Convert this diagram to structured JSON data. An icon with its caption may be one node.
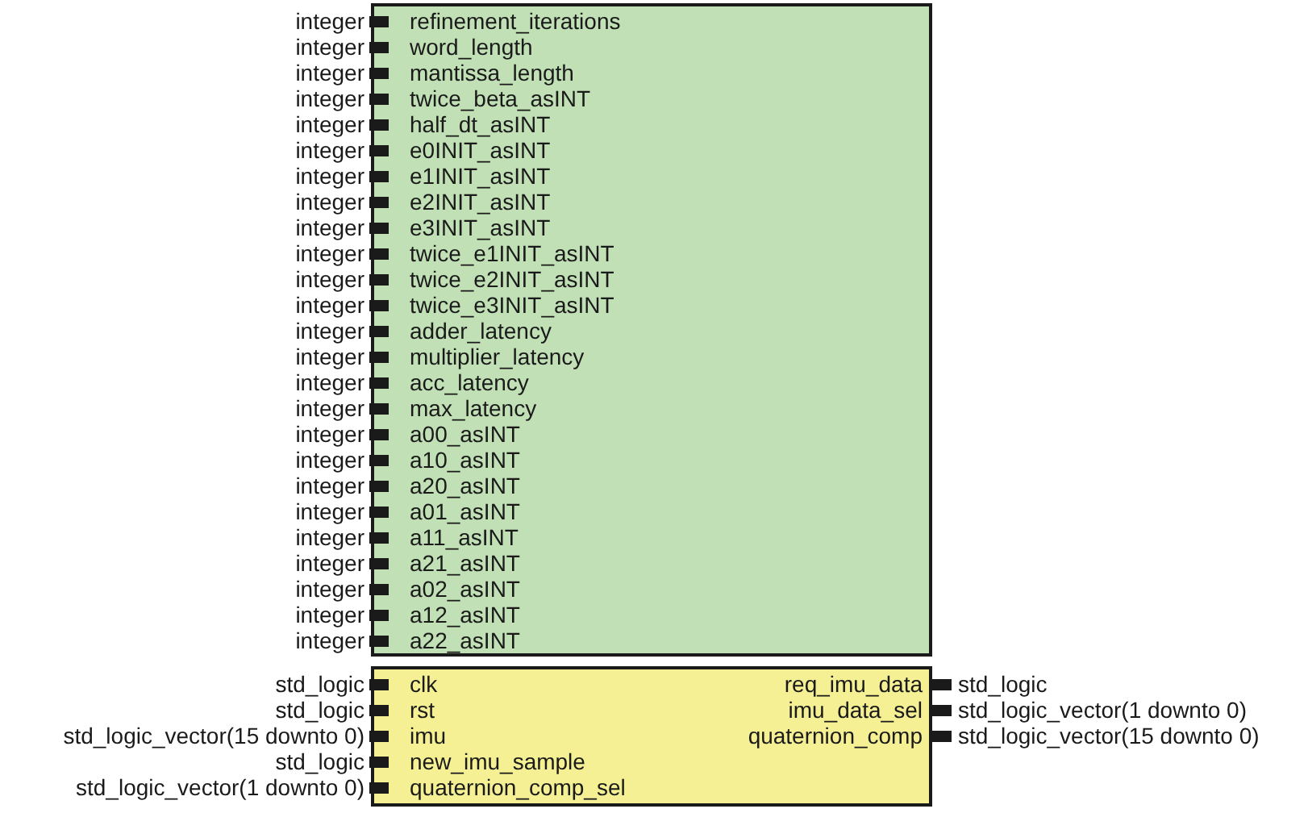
{
  "diagram": {
    "nodes": [
      {
        "text": [],
        "shape": "box"
      },
      {
        "text": [
          "refinement_iterations"
        ],
        "beside": [
          "integer"
        ],
        "in": 0
      },
      {
        "text": [
          "word_length"
        ],
        "beside": [
          "integer"
        ],
        "in": 0
      },
      {
        "text": [
          "mantissa_length"
        ],
        "beside": [
          "integer"
        ],
        "in": 0
      },
      {
        "text": [
          "twice_beta_asINT"
        ],
        "beside": [
          "integer"
        ],
        "in": 0
      },
      {
        "text": [
          "half_dt_asINT"
        ],
        "beside": [
          "integer"
        ],
        "in": 0
      },
      {
        "text": [
          "e0INIT_asINT"
        ],
        "beside": [
          "integer"
        ],
        "in": 0
      },
      {
        "text": [
          "e1INIT_asINT"
        ],
        "beside": [
          "integer"
        ],
        "in": 0
      },
      {
        "text": [
          "e2INIT_asINT"
        ],
        "beside": [
          "integer"
        ],
        "in": 0
      },
      {
        "text": [
          "e3INIT_asINT"
        ],
        "beside": [
          "integer"
        ],
        "in": 0
      },
      {
        "text": [
          "twice_e1INIT_asINT"
        ],
        "beside": [
          "integer"
        ],
        "in": 0
      },
      {
        "text": [
          "twice_e2INIT_asINT"
        ],
        "beside": [
          "integer"
        ],
        "in": 0
      },
      {
        "text": [
          "twice_e3INIT_asINT"
        ],
        "beside": [
          "integer"
        ],
        "in": 0
      },
      {
        "text": [
          "adder_latency"
        ],
        "beside": [
          "integer"
        ],
        "in": 0
      },
      {
        "text": [
          "multiplier_latency"
        ],
        "beside": [
          "integer"
        ],
        "in": 0
      },
      {
        "text": [
          "acc_latency"
        ],
        "beside": [
          "integer"
        ],
        "in": 0
      },
      {
        "text": [
          "max_latency"
        ],
        "beside": [
          "integer"
        ],
        "in": 0
      },
      {
        "text": [
          "a00_asINT"
        ],
        "beside": [
          "integer"
        ],
        "in": 0
      },
      {
        "text": [
          "a10_asINT"
        ],
        "beside": [
          "integer"
        ],
        "in": 0
      },
      {
        "text": [
          "a20_asINT"
        ],
        "beside": [
          "integer"
        ],
        "in": 0
      },
      {
        "text": [
          "a01_asINT"
        ],
        "beside": [
          "integer"
        ],
        "in": 0
      },
      {
        "text": [
          "a11_asINT"
        ],
        "beside": [
          "integer"
        ],
        "in": 0
      },
      {
        "text": [
          "a21_asINT"
        ],
        "beside": [
          "integer"
        ],
        "in": 0
      },
      {
        "text": [
          "a02_asINT"
        ],
        "beside": [
          "integer"
        ],
        "in": 0
      },
      {
        "text": [
          "a12_asINT"
        ],
        "beside": [
          "integer"
        ],
        "in": 0
      },
      {
        "text": [
          "a22_asINT"
        ],
        "beside": [
          "integer"
        ],
        "in": 0
      },
      {
        "text": [],
        "shape": "box"
      },
      {
        "text": [
          "clk"
        ],
        "beside": [
          "std_logic"
        ],
        "in": 26
      },
      {
        "text": [
          "req_imu_data"
        ],
        "beside": [
          "std_logic"
        ],
        "in": 26
      },
      {
        "text": [
          "rst"
        ],
        "beside": [
          "std_logic"
        ],
        "in": 26
      },
      {
        "text": [
          "imu_data_sel"
        ],
        "beside": [
          "std_logic_vector(1 downto 0)"
        ],
        "in": 26
      },
      {
        "text": [
          "imu"
        ],
        "beside": [
          "std_logic_vector(15 downto 0)"
        ],
        "in": 26
      },
      {
        "text": [
          "quaternion_comp"
        ],
        "beside": [
          "std_logic_vector(15 downto 0)"
        ],
        "in": 26
      },
      {
        "text": [
          "new_imu_sample"
        ],
        "beside": [
          "std_logic"
        ],
        "in": 26
      },
      {
        "text": [
          "quaternion_comp_sel"
        ],
        "beside": [
          "std_logic_vector(1 downto 0)"
        ],
        "in": 26
      }
    ],
    "edges": []
  }
}
